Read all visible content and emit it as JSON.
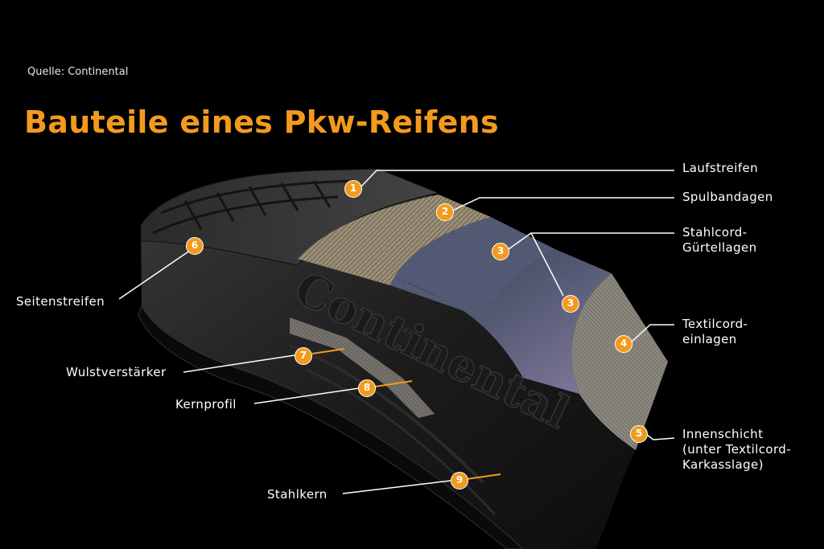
{
  "source": "Quelle: Continental",
  "title": "Bauteile eines Pkw-Reifens",
  "brand": "Continental",
  "colors": {
    "accent": "#f39a1e",
    "label": "#ffffff",
    "background": "#000000"
  },
  "labels": {
    "laufstreifen": [
      "Laufstreifen"
    ],
    "spulbandagen": [
      "Spulbandagen"
    ],
    "stahlcord": [
      "Stahlcord-",
      "Gürtellagen"
    ],
    "textilcord": [
      "Textilcord-",
      "einlagen"
    ],
    "innenschicht": [
      "Innenschicht",
      "(unter Textilcord-",
      "Karkasslage)"
    ],
    "seitenstreifen": [
      "Seitenstreifen"
    ],
    "wulstverstaerker": [
      "Wulstverstärker"
    ],
    "kernprofil": [
      "Kernprofil"
    ],
    "stahlkern": [
      "Stahlkern"
    ]
  },
  "badges": [
    "1",
    "2",
    "3",
    "3",
    "4",
    "5",
    "6",
    "7",
    "8",
    "9"
  ]
}
